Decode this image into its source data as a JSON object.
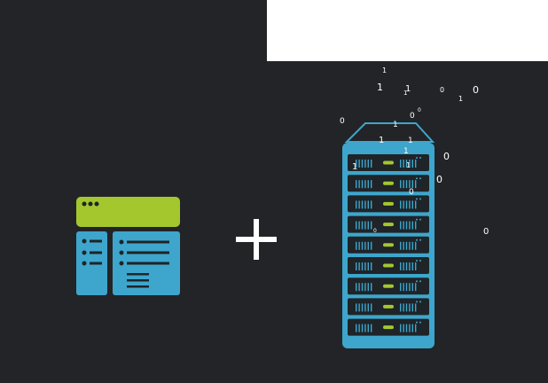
{
  "scene": {
    "colors": {
      "background": "#232427",
      "panel": "#ffffff",
      "webpage_header": "#a4c72e",
      "webpage_body": "#3ea6cc",
      "server_body": "#3ea6cc",
      "server_unit": "#1f2428",
      "server_led": "#a4c72e",
      "plus": "#ffffff"
    },
    "icons": [
      "webpage-icon",
      "plus-icon",
      "server-rack-icon"
    ],
    "binary_digits": [
      {
        "t": "1"
      },
      {
        "t": "1"
      },
      {
        "t": "1"
      },
      {
        "t": "1"
      },
      {
        "t": "0"
      },
      {
        "t": "0"
      },
      {
        "t": "1"
      },
      {
        "t": "0"
      },
      {
        "t": "0"
      },
      {
        "t": "0"
      },
      {
        "t": "1"
      },
      {
        "t": "1"
      },
      {
        "t": "1"
      },
      {
        "t": "1"
      },
      {
        "t": "1"
      },
      {
        "t": "0"
      },
      {
        "t": "1"
      },
      {
        "t": "0"
      },
      {
        "t": "0"
      },
      {
        "t": "0"
      },
      {
        "t": "0"
      }
    ]
  }
}
